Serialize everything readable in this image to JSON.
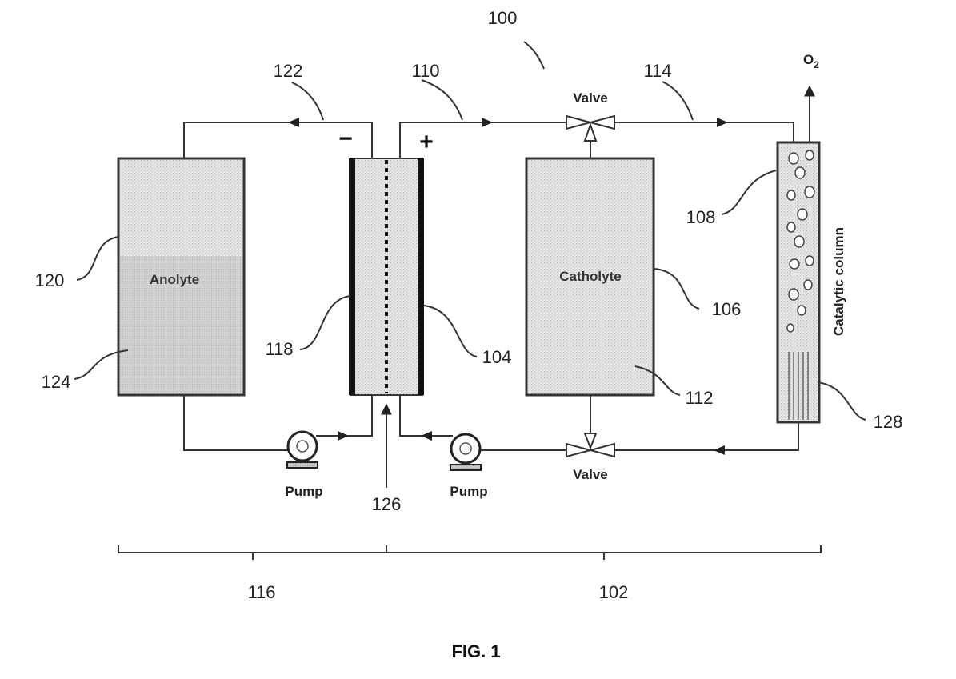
{
  "labels": {
    "ref_100": "100",
    "ref_122": "122",
    "ref_110": "110",
    "ref_114": "114",
    "valve_top": "Valve",
    "valve_bottom": "Valve",
    "o2_main": "O",
    "o2_sub": "2",
    "minus": "−",
    "plus": "+",
    "ref_108": "108",
    "ref_120": "120",
    "anolyte": "Anolyte",
    "ref_124": "124",
    "ref_118": "118",
    "ref_104": "104",
    "catholyte": "Catholyte",
    "ref_106": "106",
    "ref_112": "112",
    "catalytic_column": "Catalytic column",
    "ref_128": "128",
    "pump_left": "Pump",
    "pump_right": "Pump",
    "ref_126": "126",
    "ref_116": "116",
    "ref_102": "102",
    "caption": "FIG. 1"
  },
  "colors": {
    "line": "#333333",
    "tank_fill": "#d6d6d6",
    "membrane": "#111111"
  }
}
